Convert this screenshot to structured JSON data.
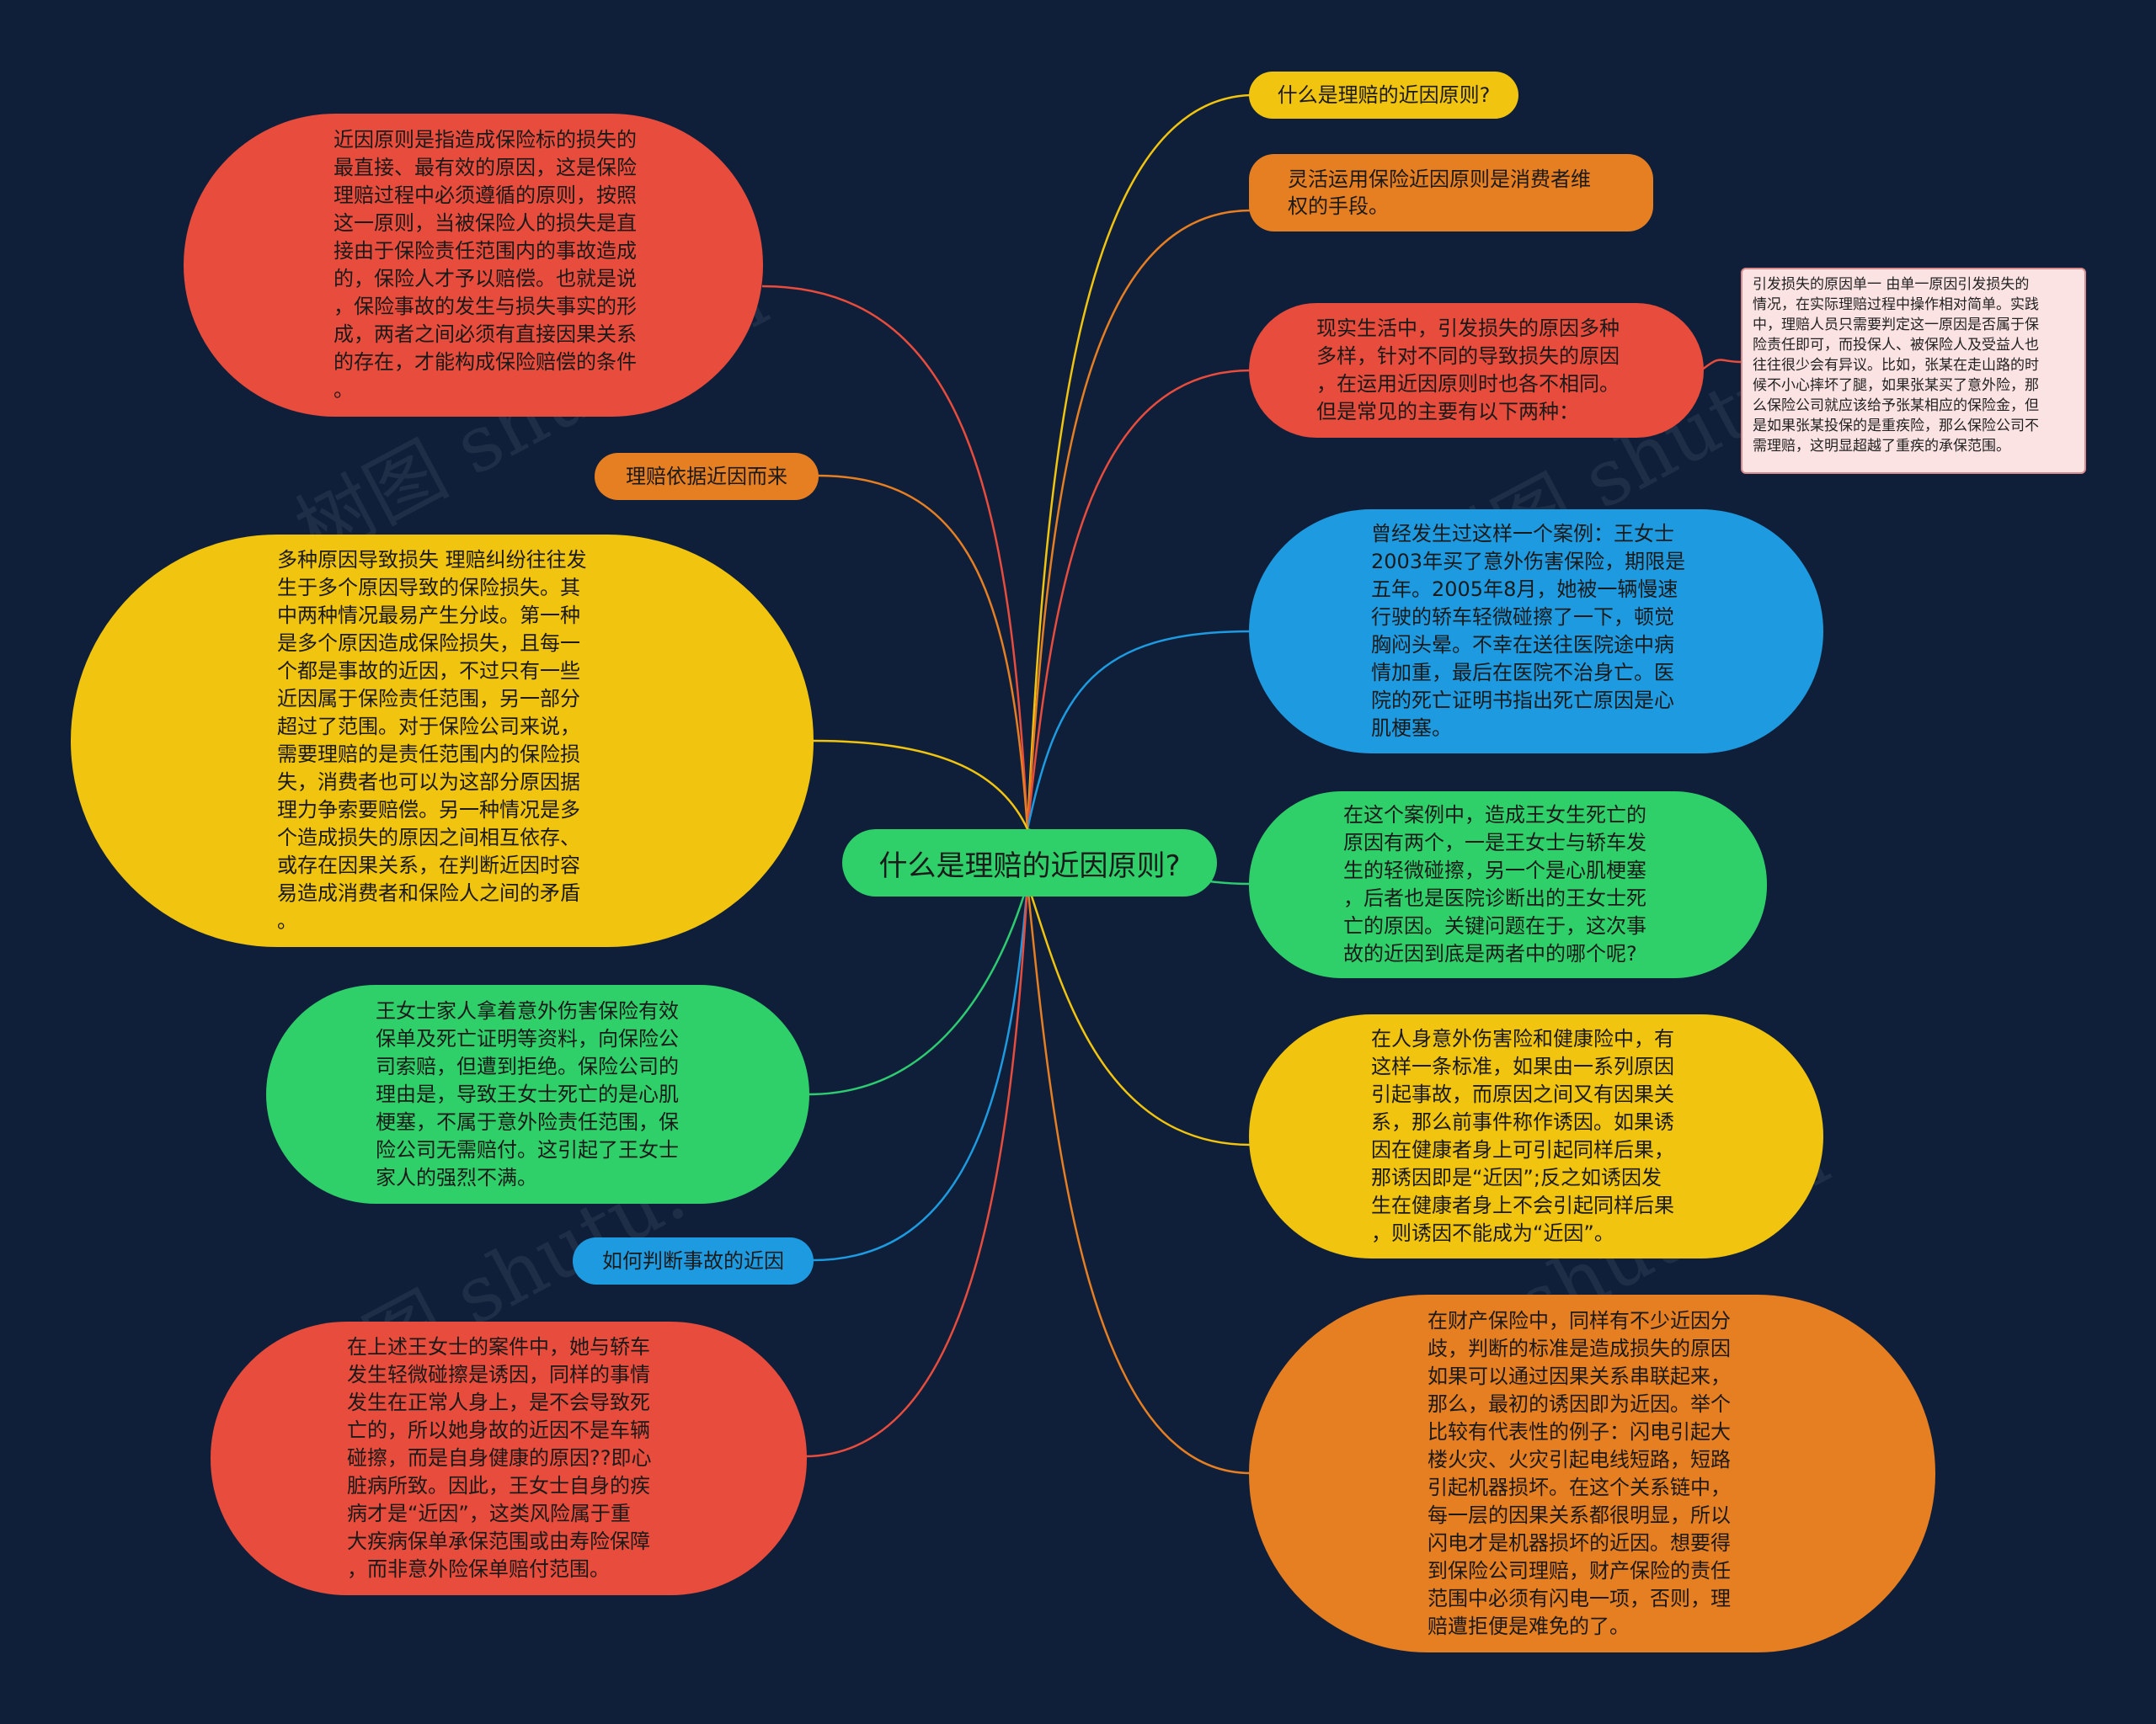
{
  "colors": {
    "background": "#0f1f3a",
    "red": "#e74c3c",
    "orange": "#e67e22",
    "yellow": "#f1c40f",
    "green": "#2ecc71",
    "blue": "#1e9be0",
    "root": "#2fd06a",
    "note_bg": "#fbe3e3"
  },
  "root": {
    "label": "什么是理赔的近因原则?"
  },
  "nodes": {
    "right_title": "什么是理赔的近因原则?",
    "right_rights": "灵活运用保险近因原则是消费者维\n权的手段。",
    "right_reality": "现实生活中，引发损失的原因多种\n多样，针对不同的导致损失的原因\n，在运用近因原则时也各不相同。\n但是常见的主要有以下两种：",
    "right_case": "曾经发生过这样一个案例：王女士\n2003年买了意外伤害保险，期限是\n五年。2005年8月，她被一辆慢速\n行驶的轿车轻微碰擦了一下，顿觉\n胸闷头晕。不幸在送往医院途中病\n情加重，最后在医院不治身亡。医\n院的死亡证明书指出死亡原因是心\n肌梗塞。",
    "right_two_causes": "在这个案例中，造成王女生死亡的\n原因有两个，一是王女士与轿车发\n生的轻微碰擦，另一个是心肌梗塞\n，后者也是医院诊断出的王女士死\n亡的原因。关键问题在于，这次事\n故的近因到底是两者中的哪个呢?",
    "right_standard": "在人身意外伤害险和健康险中，有\n这样一条标准，如果由一系列原因\n引起事故，而原因之间又有因果关\n系，那么前事件称作诱因。如果诱\n因在健康者身上可引起同样后果，\n那诱因即是“近因”;反之如诱因发\n生在健康者身上不会引起同样后果\n，则诱因不能成为“近因”。",
    "right_property": "在财产保险中，同样有不少近因分\n歧，判断的标准是造成损失的原因\n如果可以通过因果关系串联起来，\n那么，最初的诱因即为近因。举个\n比较有代表性的例子：闪电引起大\n楼火灾、火灾引起电线短路，短路\n引起机器损坏。在这个关系链中，\n每一层的因果关系都很明显，所以\n闪电才是机器损坏的近因。想要得\n到保险公司理赔，财产保险的责任\n范围中必须有闪电一项，否则，理\n赔遭拒便是难免的了。",
    "left_definition": "近因原则是指造成保险标的损失的\n最直接、最有效的原因，这是保险\n理赔过程中必须遵循的原则，按照\n这一原则，当被保险人的损失是直\n接由于保险责任范围内的事故造成\n的，保险人才予以赔偿。也就是说\n，保险事故的发生与损失事实的形\n成，两者之间必须有直接因果关系\n的存在，才能构成保险赔偿的条件\n。",
    "left_basis": "理赔依据近因而来",
    "left_multi": "多种原因导致损失 理赔纠纷往往发\n生于多个原因导致的保险损失。其\n中两种情况最易产生分歧。第一种\n是多个原因造成保险损失，且每一\n个都是事故的近因，不过只有一些\n近因属于保险责任范围，另一部分\n超过了范围。对于保险公司来说，\n需要理赔的是责任范围内的保险损\n失，消费者也可以为这部分原因据\n理力争索要赔偿。另一种情况是多\n个造成损失的原因之间相互依存、\n或存在因果关系，在判断近因时容\n易造成消费者和保险人之间的矛盾\n。",
    "left_family": "王女士家人拿着意外伤害保险有效\n保单及死亡证明等资料，向保险公\n司索赔，但遭到拒绝。保险公司的\n理由是，导致王女士死亡的是心肌\n梗塞，不属于意外险责任范围，保\n险公司无需赔付。这引起了王女士\n家人的强烈不满。",
    "left_judge": "如何判断事故的近因",
    "left_conclusion": "在上述王女士的案件中，她与轿车\n发生轻微碰擦是诱因，同样的事情\n发生在正常人身上，是不会导致死\n亡的，所以她身故的近因不是车辆\n碰擦，而是自身健康的原因??即心\n脏病所致。因此，王女士自身的疾\n病才是“近因”，这类风险属于重\n大疾病保单承保范围或由寿险保障\n，而非意外险保单赔付范围。"
  },
  "note": {
    "text": "引发损失的原因单一 由单一原因引发损失的\n情况，在实际理赔过程中操作相对简单。实践\n中，理赔人员只需要判定这一原因是否属于保\n险责任即可，而投保人、被保险人及受益人也\n往往很少会有异议。比如，张某在走山路的时\n候不小心摔坏了腿，如果张某买了意外险，那\n么保险公司就应该给予张某相应的保险金，但\n是如果张某投保的是重疾险，那么保险公司不\n需理赔，这明显超越了重疾的承保范围。"
  },
  "watermark": {
    "text": "树图 shutu.cn"
  }
}
